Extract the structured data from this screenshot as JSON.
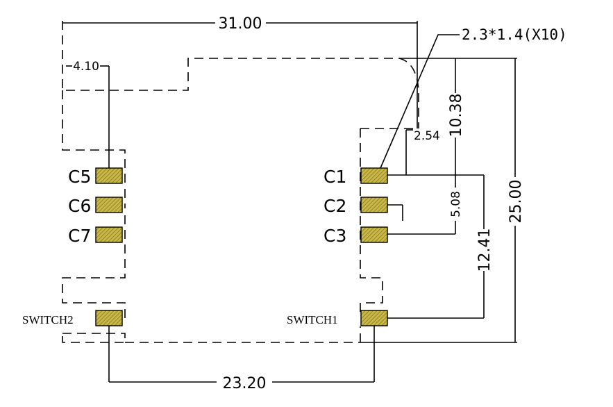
{
  "colors": {
    "pad_fill": "#c8b84a",
    "pad_hatch": "#7a6a14",
    "line": "#000000"
  },
  "dimensions": {
    "top_width": "31.00",
    "left_offset": "4.10",
    "pad_size": "2.3*1.4(X10)",
    "pitch_small": "2.54",
    "right_top": "10.38",
    "pitch_c1_c3": "5.08",
    "c1_to_switch": "12.41",
    "height": "25.00",
    "bottom_width": "23.20"
  },
  "pins": {
    "c1": "C1",
    "c2": "C2",
    "c3": "C3",
    "c5": "C5",
    "c6": "C6",
    "c7": "C7",
    "switch1": "SWITCH1",
    "switch2": "SWITCH2"
  }
}
